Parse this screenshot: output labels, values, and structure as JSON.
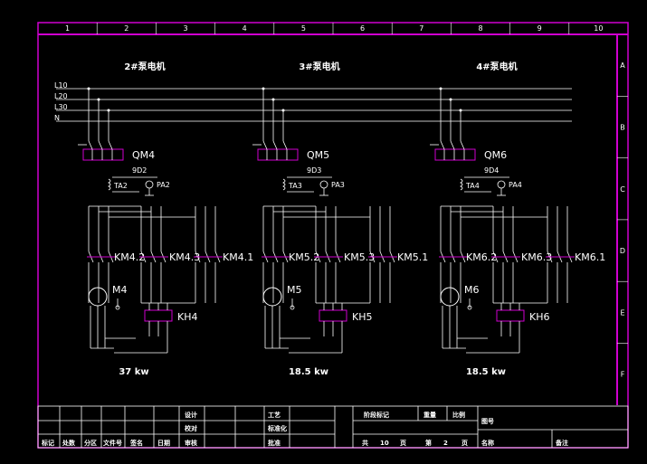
{
  "frame": {
    "col_labels": [
      "1",
      "2",
      "3",
      "4",
      "5",
      "6",
      "7",
      "8",
      "9",
      "10"
    ],
    "row_labels": [
      "A",
      "B",
      "C",
      "D",
      "E",
      "F"
    ]
  },
  "buses": [
    "L10",
    "L20",
    "L30",
    "N"
  ],
  "colors": {
    "frame": "#d000d0",
    "wire": "#ffffff",
    "contactor": "#d000d0",
    "bus": "#ffffff",
    "bg": "#000000"
  },
  "circuits": [
    {
      "title": "2#泵电机",
      "breaker": "QM4",
      "breaker_sub": "9D2",
      "ct": "TA2",
      "meter": "PA2",
      "contactors": [
        "KM4.2",
        "KM4.3",
        "KM4.1"
      ],
      "motor": "M4",
      "relay": "KH4",
      "power": "37 kw"
    },
    {
      "title": "3#泵电机",
      "breaker": "QM5",
      "breaker_sub": "9D3",
      "ct": "TA3",
      "meter": "PA3",
      "contactors": [
        "KM5.2",
        "KM5.3",
        "KM5.1"
      ],
      "motor": "M5",
      "relay": "KH5",
      "power": "18.5 kw"
    },
    {
      "title": "4#泵电机",
      "breaker": "QM6",
      "breaker_sub": "9D4",
      "ct": "TA4",
      "meter": "PA4",
      "contactors": [
        "KM6.2",
        "KM6.3",
        "KM6.1"
      ],
      "motor": "M6",
      "relay": "KH6",
      "power": "18.5 kw"
    }
  ],
  "title_block": {
    "bottom_row": [
      "标记",
      "处数",
      "分区",
      "文件号",
      "签名",
      "日期"
    ],
    "approvals": [
      "设计",
      "校对",
      "审核"
    ],
    "process": [
      "工艺",
      "标准化",
      "批准"
    ],
    "stage_header": [
      "阶段标记",
      "重量",
      "比例"
    ],
    "sheets": [
      "共",
      "10",
      "页",
      "第",
      "2",
      "页"
    ],
    "right": [
      "图号",
      "名称",
      "备注"
    ]
  }
}
